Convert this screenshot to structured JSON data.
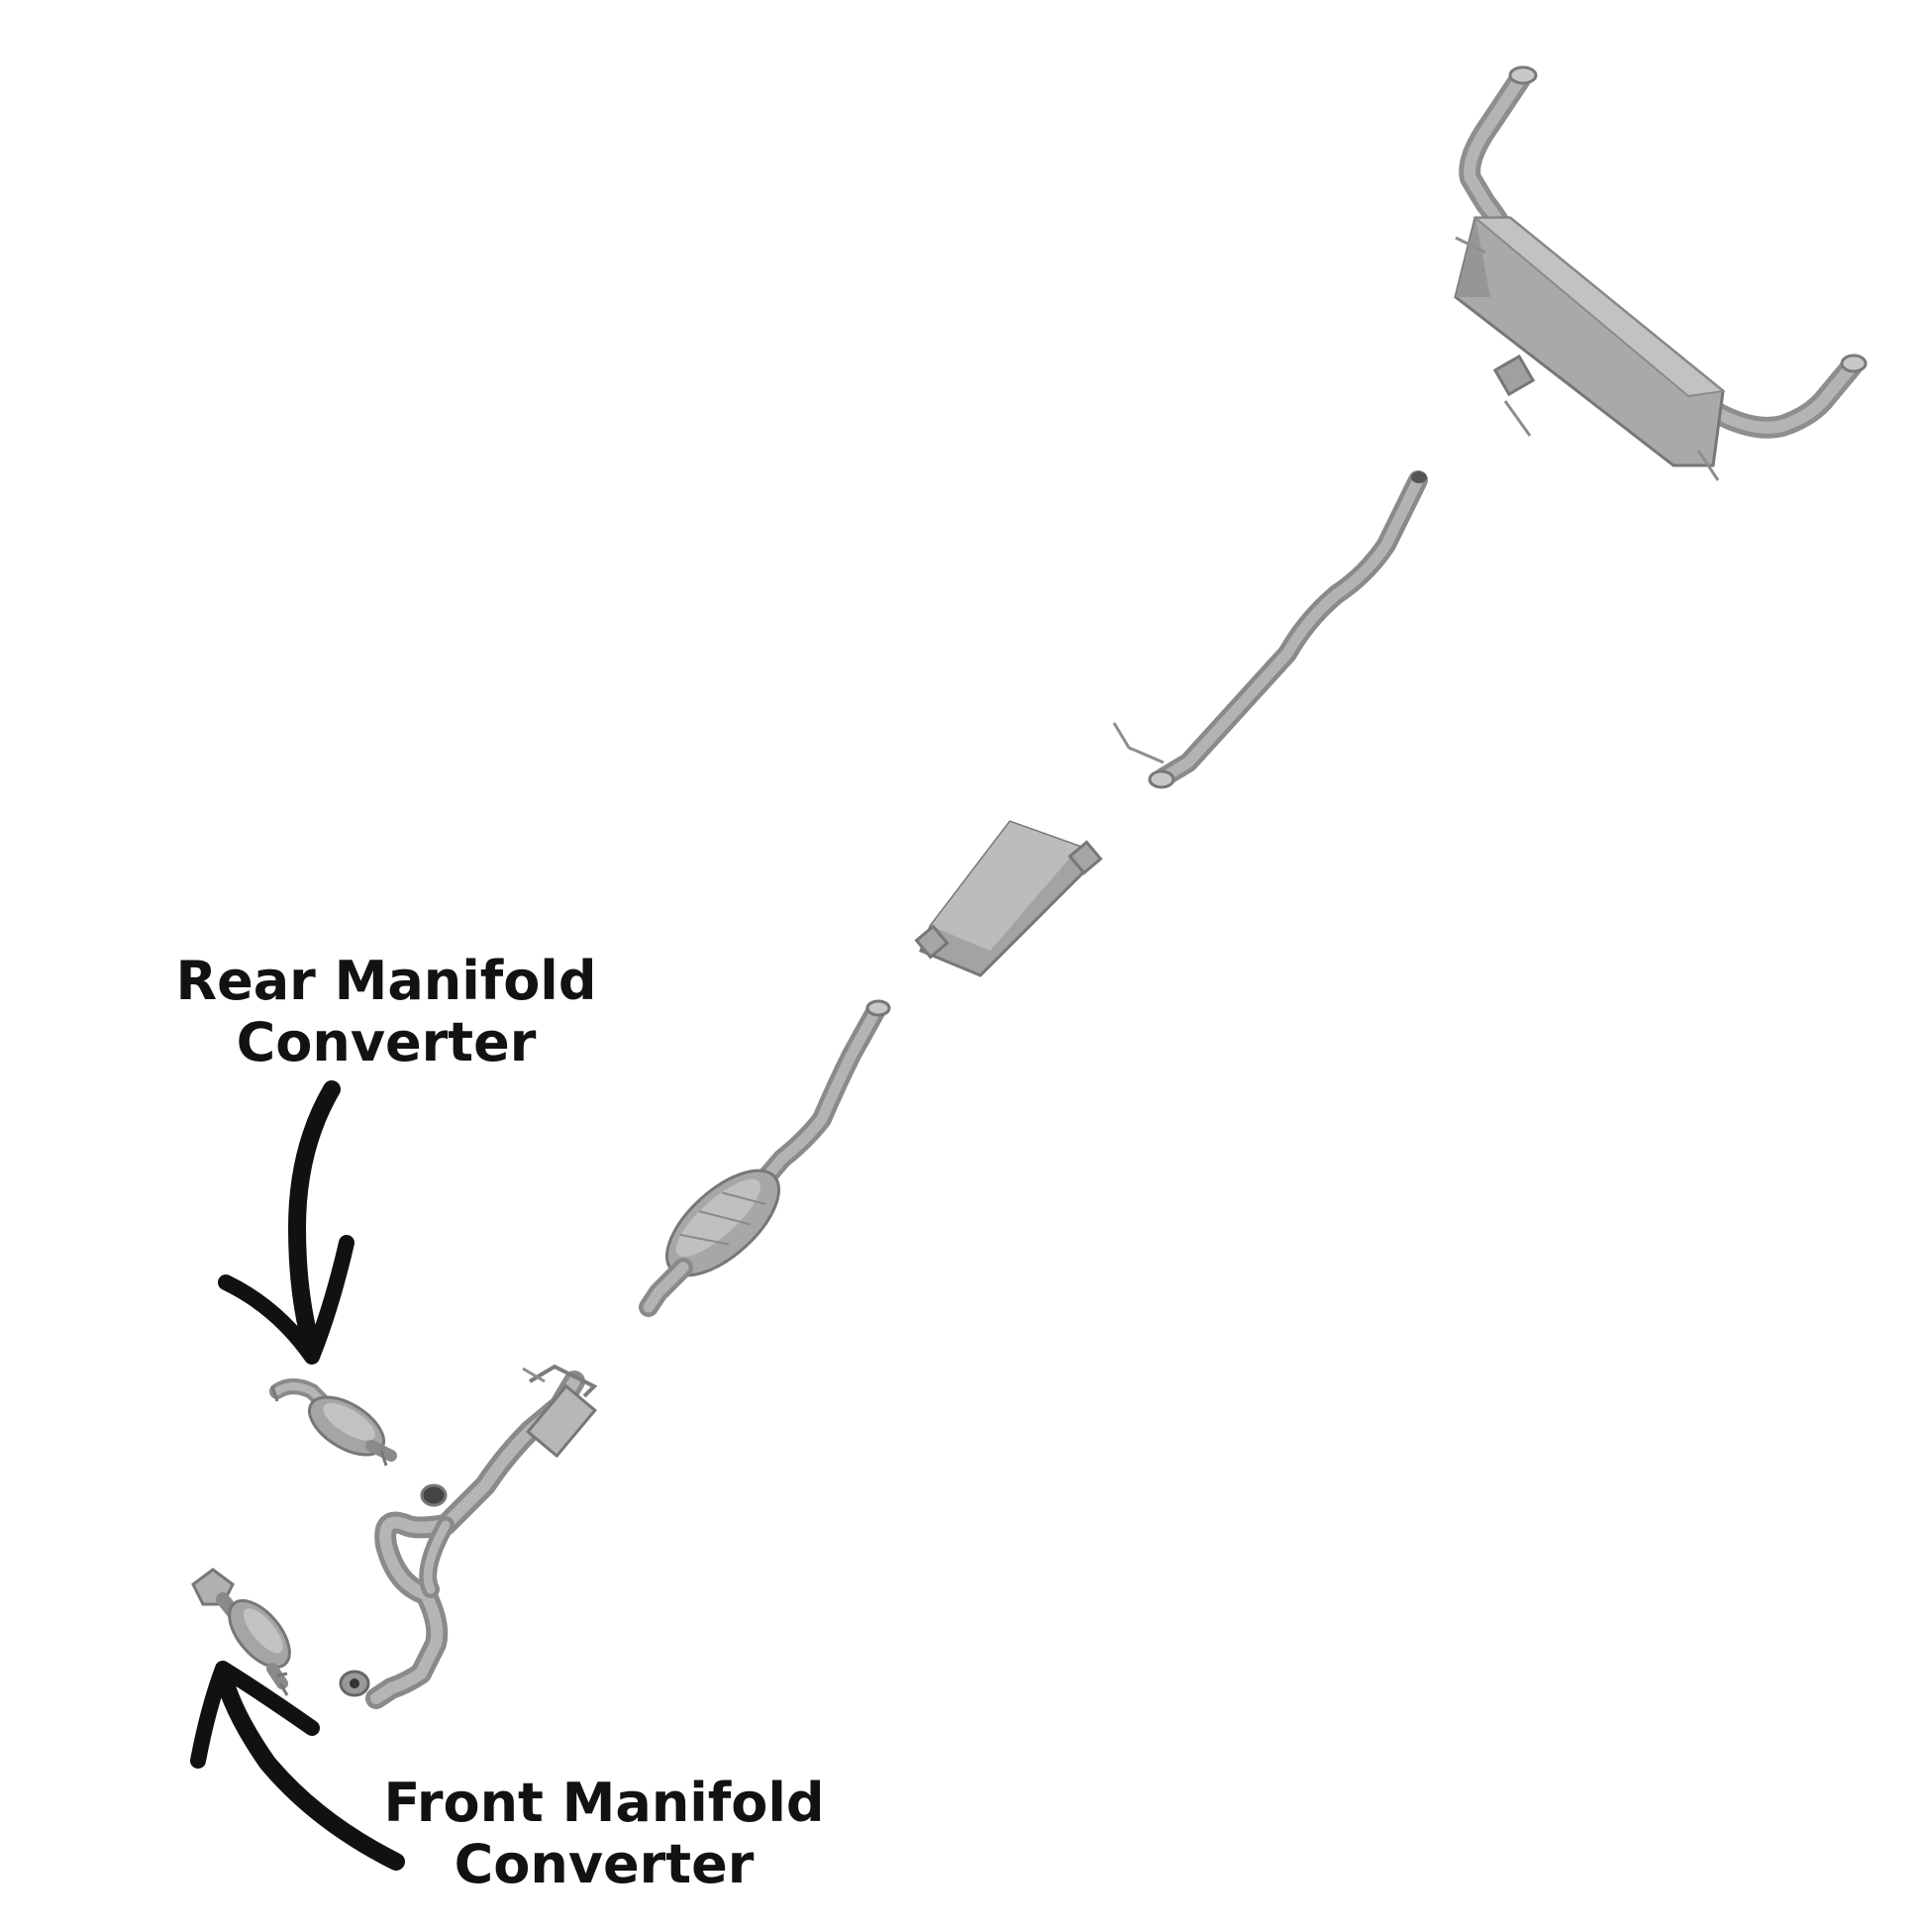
{
  "labels": {
    "rear_manifold_line1": "Rear Manifold",
    "rear_manifold_line2": "Converter",
    "front_manifold_line1": "Front Manifold",
    "front_manifold_line2": "Converter"
  },
  "colors": {
    "part_fill": "#a7a7a7",
    "part_stroke": "#7a7a7a",
    "part_shadow": "#8e8e8e",
    "arrow": "#111111",
    "text": "#121212",
    "background": "#ffffff"
  },
  "icons": {
    "rear_arrow": "curved-arrow-down-icon",
    "front_arrow": "curved-arrow-up-icon"
  }
}
